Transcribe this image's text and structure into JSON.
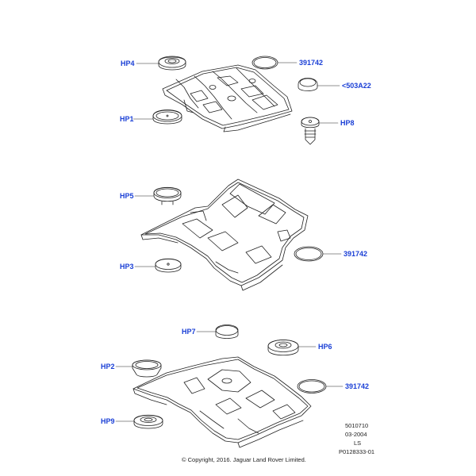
{
  "labels": {
    "top_hp4": "HP4",
    "top_391742": "391742",
    "top_503a22": "<503A22",
    "top_hp1": "HP1",
    "top_hp8": "HP8",
    "mid_hp5": "HP5",
    "mid_391742": "391742",
    "mid_hp3": "HP3",
    "bot_hp7": "HP7",
    "bot_hp6": "HP6",
    "bot_hp2": "HP2",
    "bot_391742": "391742",
    "bot_hp9": "HP9"
  },
  "footer": {
    "ref_number": "5010710",
    "date": "03-2004",
    "initials": "LS",
    "illustration_id": "P0128333-01",
    "copyright": "© Copyright, 2016. Jaguar Land Rover Limited."
  },
  "colors": {
    "label": "#1a3fd6",
    "line": "#222222"
  }
}
